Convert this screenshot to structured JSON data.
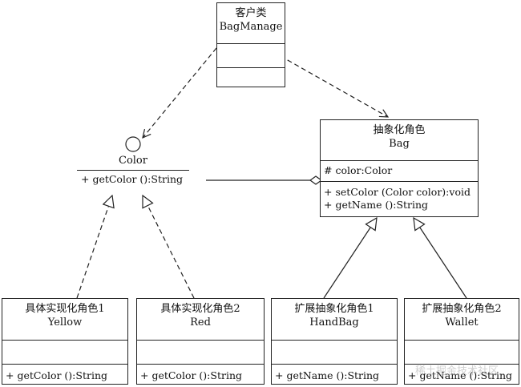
{
  "client": {
    "stereo": "客户类",
    "name": "BagManage"
  },
  "color_interface": {
    "name": "Color",
    "operation": "+ getColor ():String"
  },
  "bag": {
    "stereo": "抽象化角色",
    "name": "Bag",
    "attribute": "# color:Color",
    "operations": [
      "+ setColor (Color color):void",
      "+ getName ():String"
    ]
  },
  "yellow": {
    "stereo": "具体实现化角色1",
    "name": "Yellow",
    "operation": "+ getColor ():String"
  },
  "red": {
    "stereo": "具体实现化角色2",
    "name": "Red",
    "operation": "+ getColor ():String"
  },
  "handbag": {
    "stereo": "扩展抽象化角色1",
    "name": "HandBag",
    "operation": "+ getName ():String"
  },
  "wallet": {
    "stereo": "扩展抽象化角色2",
    "name": "Wallet",
    "operation": "+ getName ():String"
  },
  "watermark": "稀土掘金技术社区"
}
